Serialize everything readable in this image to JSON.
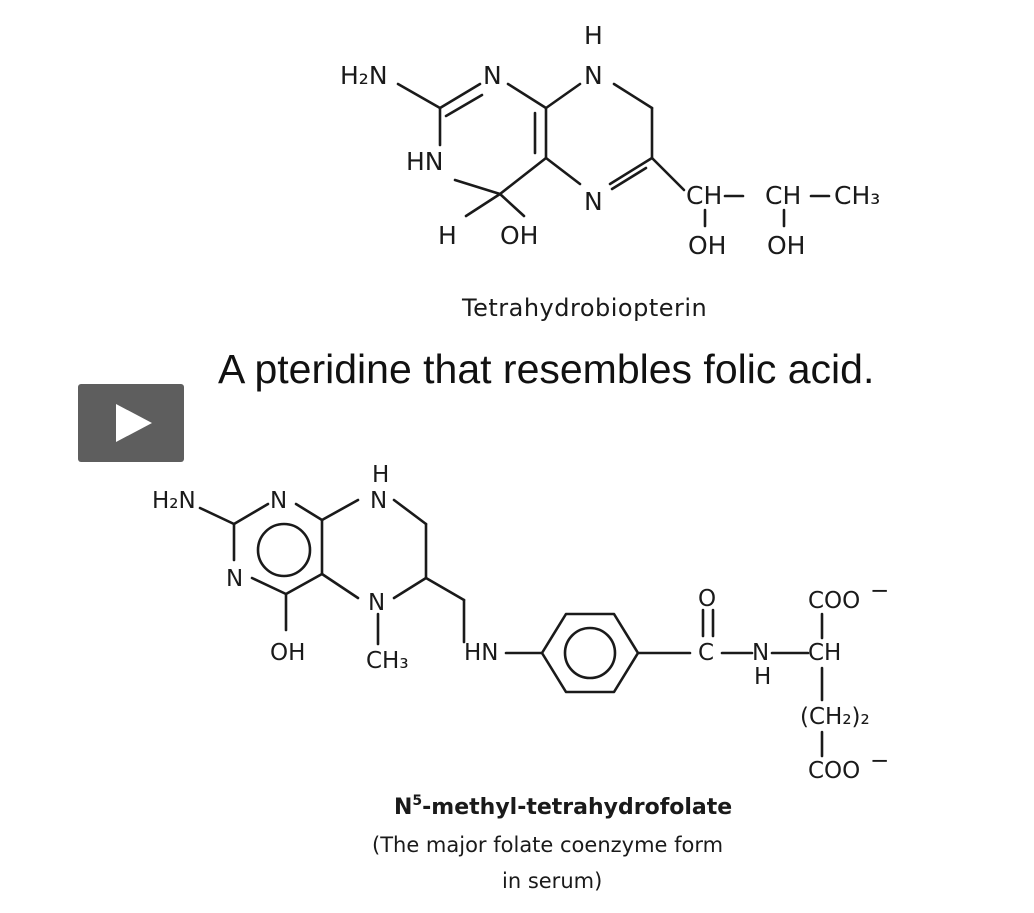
{
  "top_structure": {
    "labels": {
      "h2n": "H₂N",
      "n1": "N",
      "h_top": "H",
      "n_top": "N",
      "hn": "HN",
      "n_ring": "N",
      "h": "H",
      "oh": "OH",
      "ch1": "CH",
      "dash1": "–",
      "ch2": "CH",
      "dash2": "–",
      "ch3": "CH₃",
      "oh2": "OH",
      "oh3": "OH"
    },
    "caption": "Tetrahydrobiopterin"
  },
  "subtitle": "A pteridine that resembles folic acid.",
  "play_button": {
    "icon": "play-icon"
  },
  "bottom_structure": {
    "labels": {
      "h2n": "H₂N",
      "n1": "N",
      "h_top": "H",
      "n_top": "N",
      "n_left": "N",
      "n5": "N",
      "oh": "OH",
      "ch3": "CH₃",
      "hn": "HN",
      "o": "O",
      "c": "C",
      "n_amide": "N",
      "h_amide": "H",
      "coo_top": "COO",
      "coo_top_charge": "−",
      "ch": "CH",
      "ch2_group": "(CH₂)₂",
      "coo_bottom": "COO",
      "coo_bottom_charge": "−"
    },
    "caption_main": "N",
    "caption_sup": "5",
    "caption_rest": "-methyl-tetrahydrofolate",
    "caption_line2": "(The major folate coenzyme form",
    "caption_line3": "in serum)"
  }
}
